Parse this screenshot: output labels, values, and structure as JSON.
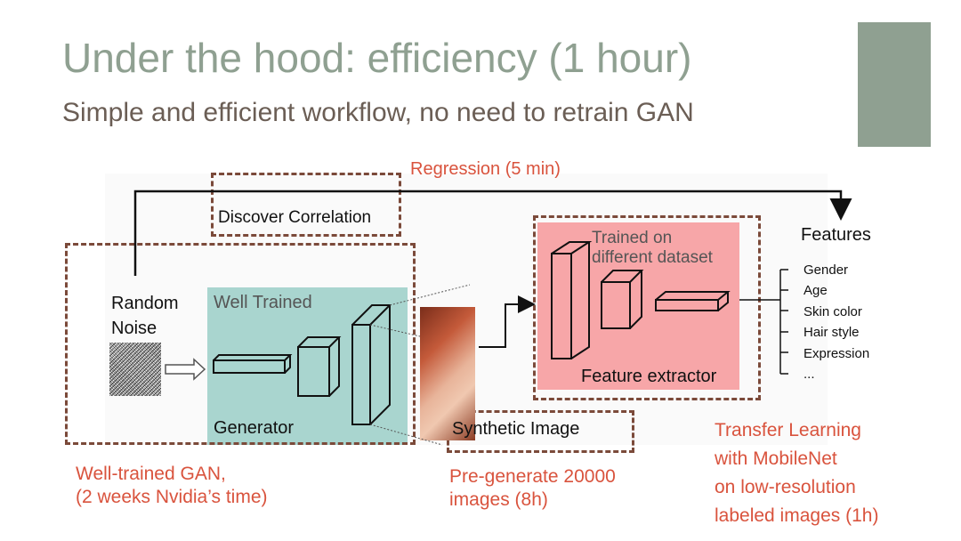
{
  "slide": {
    "title": "Under the hood: efficiency (1 hour)",
    "subtitle": "Simple and efficient workflow, no need to retrain GAN",
    "accent_color": "#8fa091"
  },
  "diagram": {
    "regression_label": "Regression (5 min)",
    "discover_label": "Discover Correlation",
    "random_noise_line1": "Random",
    "random_noise_line2": "Noise",
    "well_trained_label": "Well Trained",
    "generator_label": "Generator",
    "synthetic_image_label": "Synthetic Image",
    "trained_on_line1": "Trained on",
    "trained_on_line2": "different dataset",
    "feature_extractor_label": "Feature extractor",
    "features_title": "Features",
    "features": [
      "Gender",
      "Age",
      "Skin color",
      "Hair style",
      "Expression",
      "..."
    ]
  },
  "captions": {
    "gan_line1": "Well-trained GAN,",
    "gan_line2": "(2 weeks Nvidia’s time)",
    "pregen_line1": "Pre-generate 20000",
    "pregen_line2": "images (8h)",
    "transfer_line1": "Transfer Learning",
    "transfer_line2": "with MobileNet",
    "transfer_line3": "on low-resolution",
    "transfer_line4": "labeled images (1h)"
  },
  "colors": {
    "generator_panel": "#a9d5cf",
    "extractor_panel": "#f7a6a8",
    "caption_orange": "#d9533d",
    "dashed_border": "#7b4a3a"
  }
}
